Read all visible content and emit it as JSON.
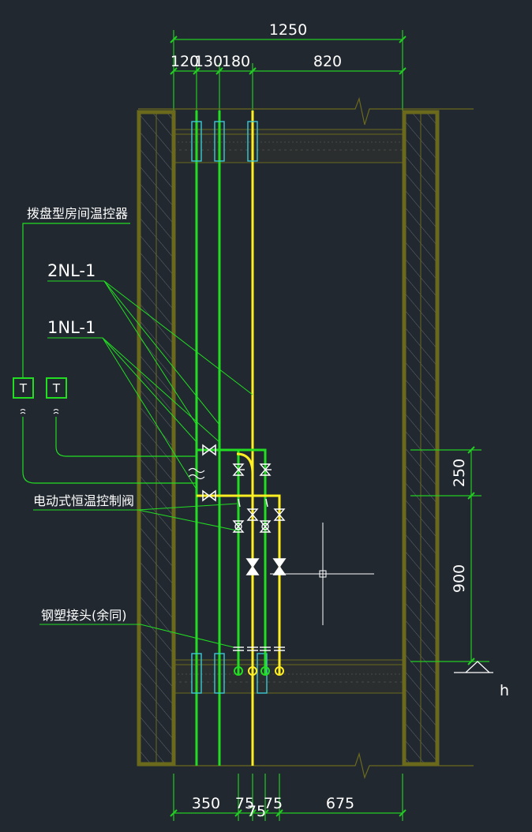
{
  "dimensions": {
    "top_total": "1250",
    "top_segments": [
      "120",
      "130",
      "180",
      "820"
    ],
    "right_segments": [
      "250",
      "900"
    ],
    "bottom_segments": [
      "350",
      "75",
      "75",
      "75",
      "675"
    ],
    "level_mark": "h"
  },
  "labels": {
    "thermostat": "拨盘型房间温控器",
    "pipe_2nl": "2NL-1",
    "pipe_1nl": "1NL-1",
    "control_valve": "电动式恒温控制阀",
    "joint": "钢塑接头(余同)"
  },
  "thermostat_symbol": "T",
  "colors": {
    "background": "#212830",
    "pipe_green": "#22dd22",
    "pipe_yellow": "#ffee22",
    "wall": "#6b6a1c",
    "sleeve": "#3bc9d3",
    "dimension": "#22cc22",
    "text": "#ffffff"
  }
}
